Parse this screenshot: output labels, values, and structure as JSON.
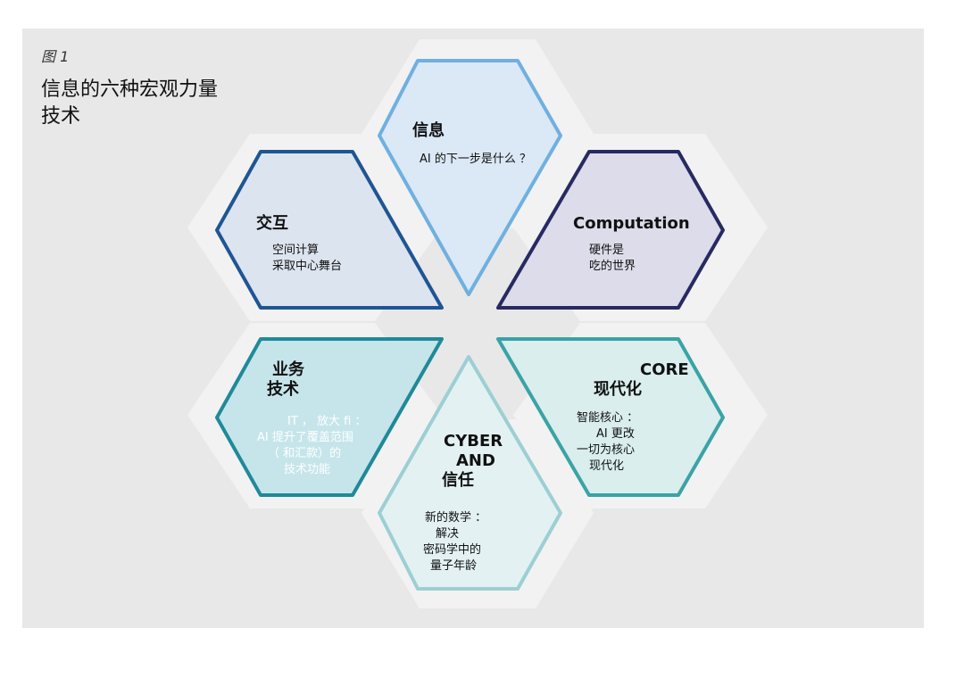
{
  "figure": {
    "label": "图 1",
    "title_lines": [
      "信息的六种宏观力量",
      "技术"
    ]
  },
  "segments": [
    {
      "id": "information",
      "title_lines": [
        "信息"
      ],
      "body_lines": [
        "AI 的下一步是什么 ？"
      ],
      "fill": "#dbe8f5",
      "stroke": "#6fb0e0"
    },
    {
      "id": "interaction",
      "title_lines": [
        "交互"
      ],
      "body_lines": [
        "空间计算",
        "采取中心舞台"
      ],
      "fill": "#dce4ef",
      "stroke": "#1f5594"
    },
    {
      "id": "computation",
      "title_lines": [
        "Computation"
      ],
      "body_lines": [
        "硬件是",
        "吃的世界"
      ],
      "fill": "#dcdcea",
      "stroke": "#272a62"
    },
    {
      "id": "business",
      "title_lines": [
        "业务",
        "技术"
      ],
      "body_lines": [
        "IT ， 放大 fi ：",
        "AI 提升了覆盖范围",
        "（ 和汇款）的",
        "技术功能"
      ],
      "fill": "#c6e5ea",
      "stroke": "#1f8a99"
    },
    {
      "id": "cyber",
      "title_lines": [
        "CYBER",
        "AND",
        "信任"
      ],
      "body_lines": [
        "新的数学 ：",
        "解决",
        "密码学中的",
        "量子年龄"
      ],
      "fill": "#e3f1f2",
      "stroke": "#9ccfd3"
    },
    {
      "id": "core",
      "title_lines": [
        "CORE",
        "现代化"
      ],
      "body_lines": [
        "智能核心 ：",
        "AI 更改",
        "一切为核心",
        "现代化"
      ],
      "fill": "#d9eeed",
      "stroke": "#3aa3a6"
    }
  ]
}
